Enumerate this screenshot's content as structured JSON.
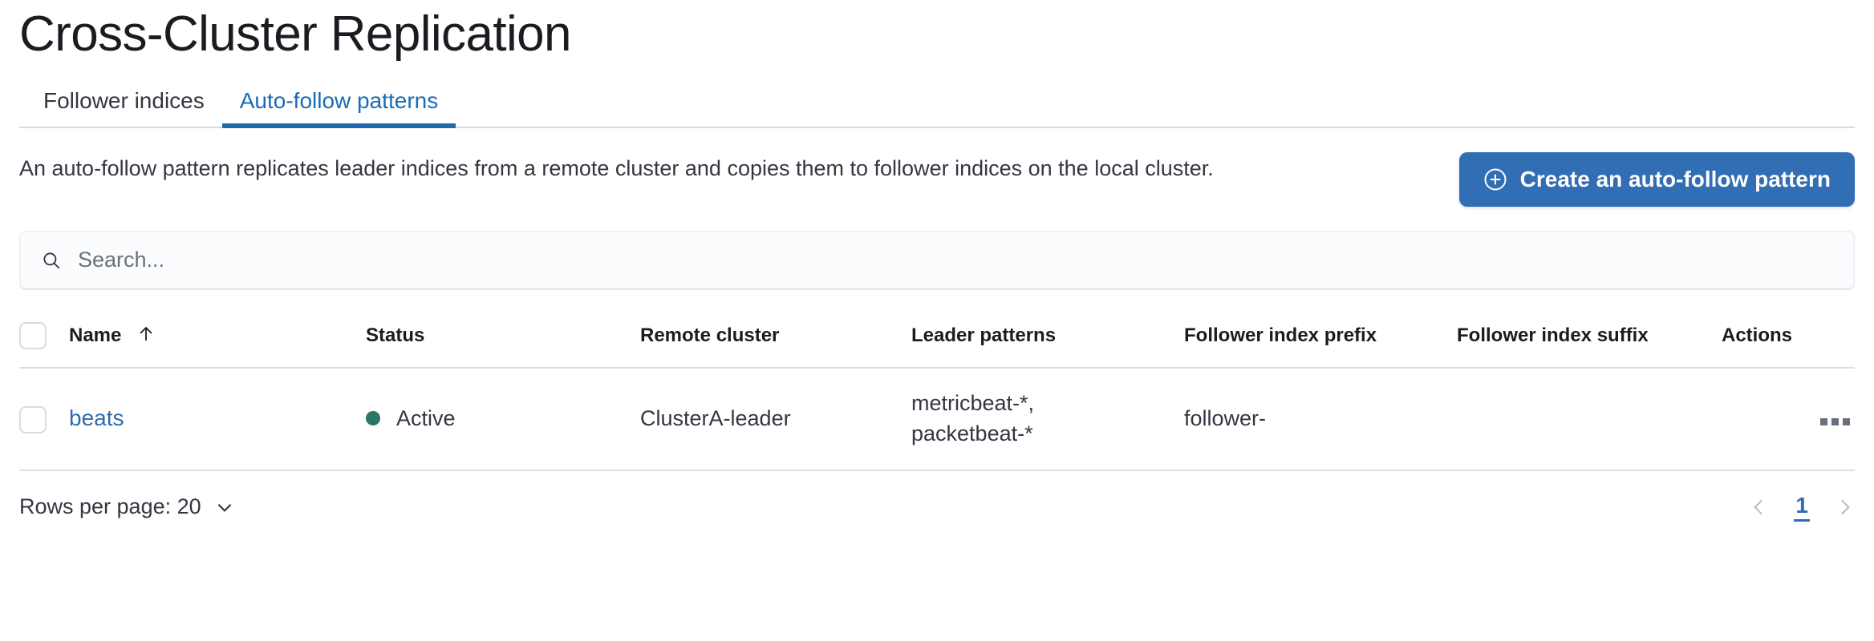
{
  "page_title": "Cross-Cluster Replication",
  "tabs": [
    {
      "label": "Follower indices",
      "active": false
    },
    {
      "label": "Auto-follow patterns",
      "active": true
    }
  ],
  "intro": {
    "description": "An auto-follow pattern replicates leader indices from a remote cluster and copies them to follower indices on the local cluster.",
    "create_button_label": "Create an auto-follow pattern",
    "create_button_icon": "plus-in-circle-icon",
    "create_button_color": "#326eb3"
  },
  "search": {
    "placeholder": "Search...",
    "value": "",
    "icon": "search-icon"
  },
  "table": {
    "columns": [
      "Name",
      "Status",
      "Remote cluster",
      "Leader patterns",
      "Follower index prefix",
      "Follower index suffix",
      "Actions"
    ],
    "sorted_by": "Name",
    "sort_direction": "ascending",
    "sort_icon": "arrow-up-icon",
    "rows": [
      {
        "name": "beats",
        "status": "Active",
        "status_color": "#2d7566",
        "remote_cluster": "ClusterA-leader",
        "leader_patterns": "metricbeat-*,\npacketbeat-*",
        "follower_index_prefix": "follower-",
        "follower_index_suffix": "",
        "actions_icon": "ellipsis-horizontal-icon",
        "selected": false
      }
    ]
  },
  "footer": {
    "rows_per_page_label": "Rows per page: 20",
    "rows_per_page_icon": "chevron-down-icon",
    "prev_icon": "chevron-left-icon",
    "next_icon": "chevron-right-icon",
    "current_page": "1"
  }
}
